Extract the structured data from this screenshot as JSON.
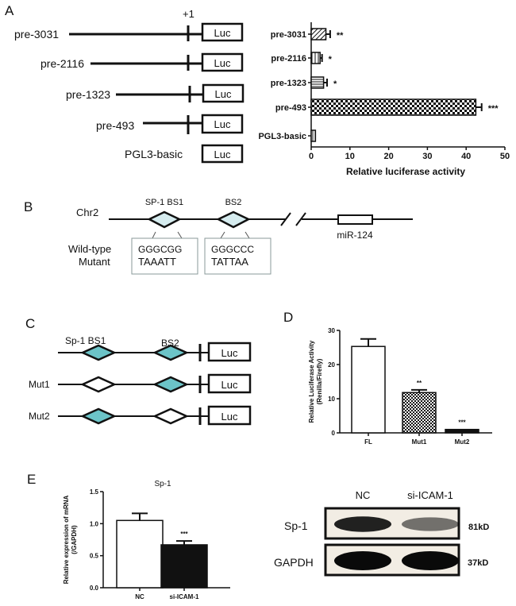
{
  "panel_labels": {
    "a": "A",
    "b": "B",
    "c": "C",
    "d": "D",
    "e": "E"
  },
  "panel_a_diagram": {
    "tss_label": "+1",
    "reporter_label": "Luc",
    "constructs": [
      "pre-3031",
      "pre-2116",
      "pre-1323",
      "pre-493",
      "PGL3-basic"
    ]
  },
  "panel_b": {
    "chromosome": "Chr2",
    "site1_label": "SP-1 BS1",
    "site2_label": "BS2",
    "gene_label": "miR-124",
    "row_labels": [
      "Wild-type",
      "Mutant"
    ],
    "site1_seq": {
      "wild": "GGGCGG",
      "mutant": "TAAATT"
    },
    "site2_seq": {
      "wild": "GGGCCC",
      "mutant": "TATTAA"
    },
    "site_color": "#d6ecef"
  },
  "panel_c": {
    "site1_label": "Sp-1 BS1",
    "site2_label": "BS2",
    "reporter_label": "Luc",
    "rows": [
      {
        "label": "",
        "bs1": "wild",
        "bs2": "wild"
      },
      {
        "label": "Mut1",
        "bs1": "mutant",
        "bs2": "wild"
      },
      {
        "label": "Mut2",
        "bs1": "wild",
        "bs2": "mutant"
      }
    ],
    "site_color": "#6cc4c8"
  },
  "chart_data": [
    {
      "id": "A",
      "type": "bar",
      "orientation": "horizontal",
      "categories": [
        "pre-3031",
        "pre-2116",
        "pre-1323",
        "pre-493",
        "PGL3-basic"
      ],
      "values": [
        3.8,
        2.3,
        3.2,
        42.5,
        1.1
      ],
      "errors": [
        1.1,
        0.5,
        0.9,
        1.5,
        0
      ],
      "significance": [
        "**",
        "*",
        "*",
        "***",
        ""
      ],
      "patterns": [
        "diagonal",
        "vertical",
        "horizontal",
        "checker",
        "vertical-dense"
      ],
      "xlabel": "Relative luciferase activity",
      "xlim": [
        0,
        50
      ],
      "xticks": [
        0,
        10,
        20,
        30,
        40,
        50
      ]
    },
    {
      "id": "D",
      "type": "bar",
      "categories": [
        "FL",
        "Mut1",
        "Mut2"
      ],
      "values": [
        25.3,
        11.8,
        1.0
      ],
      "errors": [
        2.2,
        0.8,
        0
      ],
      "significance": [
        "",
        "**",
        "***"
      ],
      "fills": [
        "white",
        "checker",
        "black"
      ],
      "ylabel": "Relative Luciferase Activity",
      "ylabel2": "(Renilla/Firefly)",
      "ylim": [
        0,
        30
      ],
      "yticks": [
        0,
        10,
        20,
        30
      ]
    },
    {
      "id": "E",
      "type": "bar",
      "title": "Sp-1",
      "categories": [
        "NC",
        "si-ICAM-1"
      ],
      "values": [
        1.05,
        0.67
      ],
      "errors": [
        0.11,
        0.06
      ],
      "significance": [
        "",
        "***"
      ],
      "fills": [
        "white",
        "black"
      ],
      "ylabel": "Relative expression of mRNA",
      "ylabel2": "(/GAPDH)",
      "ylim": [
        0,
        1.5
      ],
      "yticks": [
        "0.0",
        "0.5",
        "1.0",
        "1.5"
      ]
    }
  ],
  "western_blot": {
    "lanes": [
      "NC",
      "si-ICAM-1"
    ],
    "rows": [
      {
        "protein": "Sp-1",
        "size": "81kD",
        "intensities": [
          0.9,
          0.55
        ]
      },
      {
        "protein": "GAPDH",
        "size": "37kD",
        "intensities": [
          1.0,
          1.0
        ]
      }
    ]
  }
}
